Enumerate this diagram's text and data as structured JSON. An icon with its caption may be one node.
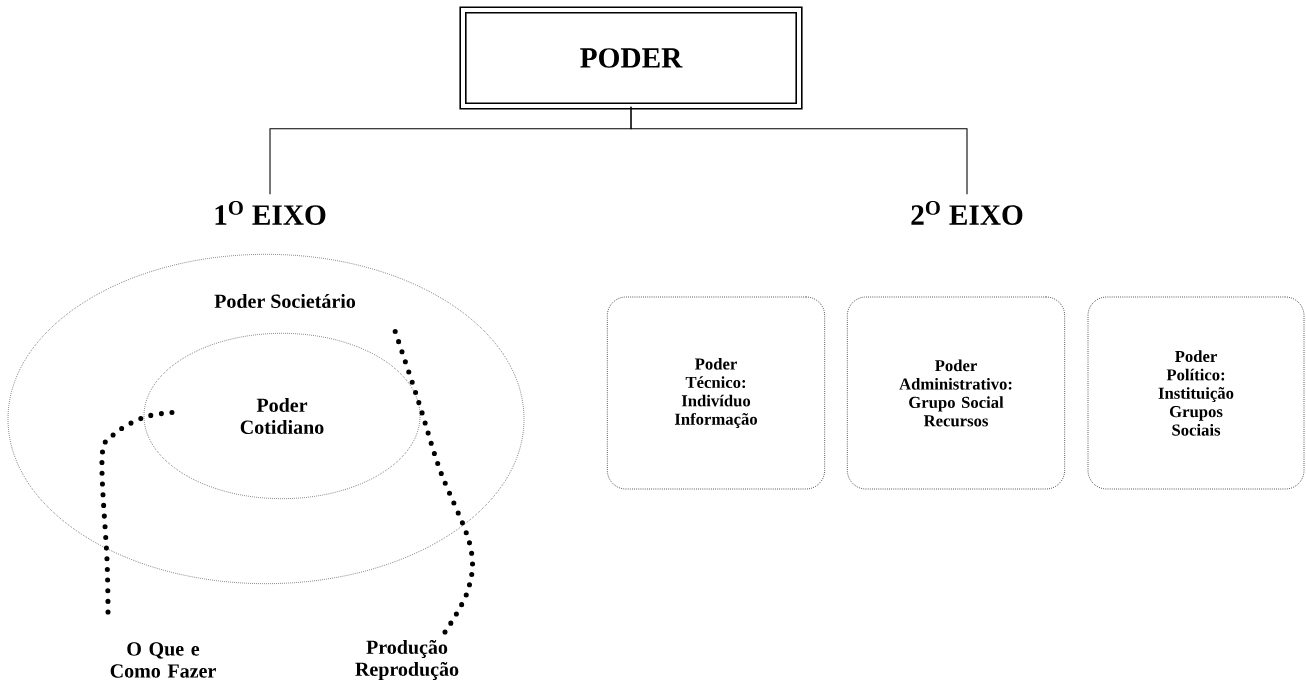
{
  "diagram": {
    "nodes": [
      {
        "text": [
          "PODER"
        ]
      },
      {
        "text": [
          "1$^{O}$ EIXO"
        ]
      },
      {
        "text": [
          "2$^{O}$ EIXO"
        ]
      },
      {
        "text": [
          "Poder Societário"
        ]
      },
      {
        "text": [
          "Poder Cotidiano"
        ],
        "in": 3
      },
      {
        "text": [
          "O Que e Como Fazer"
        ]
      },
      {
        "text": [
          "Produção Reprodução"
        ]
      },
      {
        "text": [
          "Poder Técnico: Indivíduo Informação"
        ]
      },
      {
        "text": [
          "Poder Administrativo: Grupo Social Recursos"
        ]
      },
      {
        "text": [
          "Poder Político: Instituição Grupos Sociais"
        ]
      }
    ],
    "edges": [
      {
        "from": 0,
        "to": 1,
        "arrow": "none"
      },
      {
        "from": 0,
        "to": 2,
        "arrow": "none"
      },
      {
        "from": 5,
        "to": 4,
        "arrow": "none",
        "style": "dashed"
      },
      {
        "from": 6,
        "to": 3,
        "arrow": "none",
        "style": "dashed"
      }
    ]
  }
}
